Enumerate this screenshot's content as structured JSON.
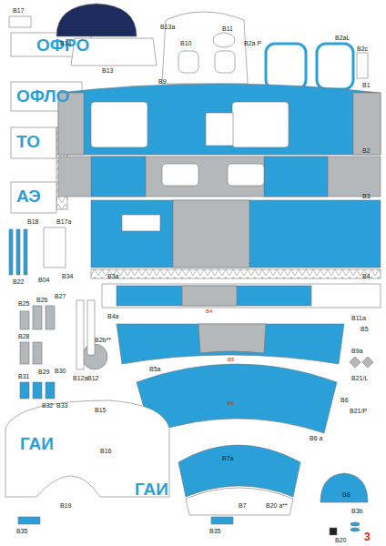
{
  "diagram": {
    "labels": [
      "B17",
      "ОФРО",
      "B14",
      "B13a",
      "B11",
      "B10",
      "B2a P",
      "B2aL",
      "B2c",
      "B13",
      "B9",
      "B1",
      "ОФЛО",
      "ГАИ",
      "ГАИ",
      "ТО",
      "B2",
      "АЭ",
      "B3",
      "B18",
      "B17a",
      "B04",
      "B34",
      "B22",
      "B3a",
      "B4",
      "B4",
      "B4a",
      "B25",
      "B26",
      "B27",
      "B28",
      "B29",
      "B30",
      "B31",
      "B32",
      "B33",
      "B12",
      "B12a",
      "B2b**",
      "B5",
      "B11a",
      "B9a",
      "B5a",
      "B5",
      "B21/L",
      "B6",
      "B21/P",
      "B6",
      "B6 a",
      "B15",
      "ГАИ",
      "B16",
      "ГАИ",
      "B7a",
      "B7",
      "B20 a**",
      "B8",
      "B3b",
      "B19",
      "B35",
      "B35",
      "B20",
      "3"
    ]
  }
}
